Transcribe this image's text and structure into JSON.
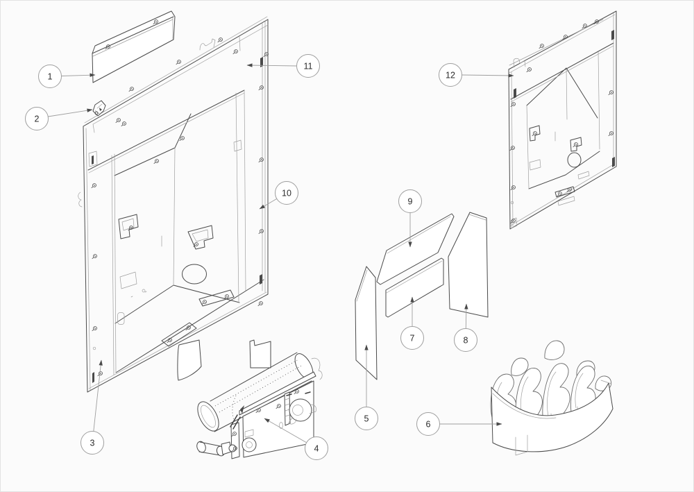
{
  "callouts": [
    {
      "label": "1"
    },
    {
      "label": "2"
    },
    {
      "label": "3"
    },
    {
      "label": "4"
    },
    {
      "label": "5"
    },
    {
      "label": "6"
    },
    {
      "label": "7"
    },
    {
      "label": "8"
    },
    {
      "label": "9"
    },
    {
      "label": "10"
    },
    {
      "label": "11"
    },
    {
      "label": "12"
    }
  ],
  "colors": {
    "background": "#fbfbfb",
    "line_dark": "#4a4a4a",
    "line_light": "#9e9e9e",
    "callout_stroke": "#9e9e9e",
    "callout_text": "#2b2b2b",
    "arrowhead": "#4a4a4a"
  }
}
